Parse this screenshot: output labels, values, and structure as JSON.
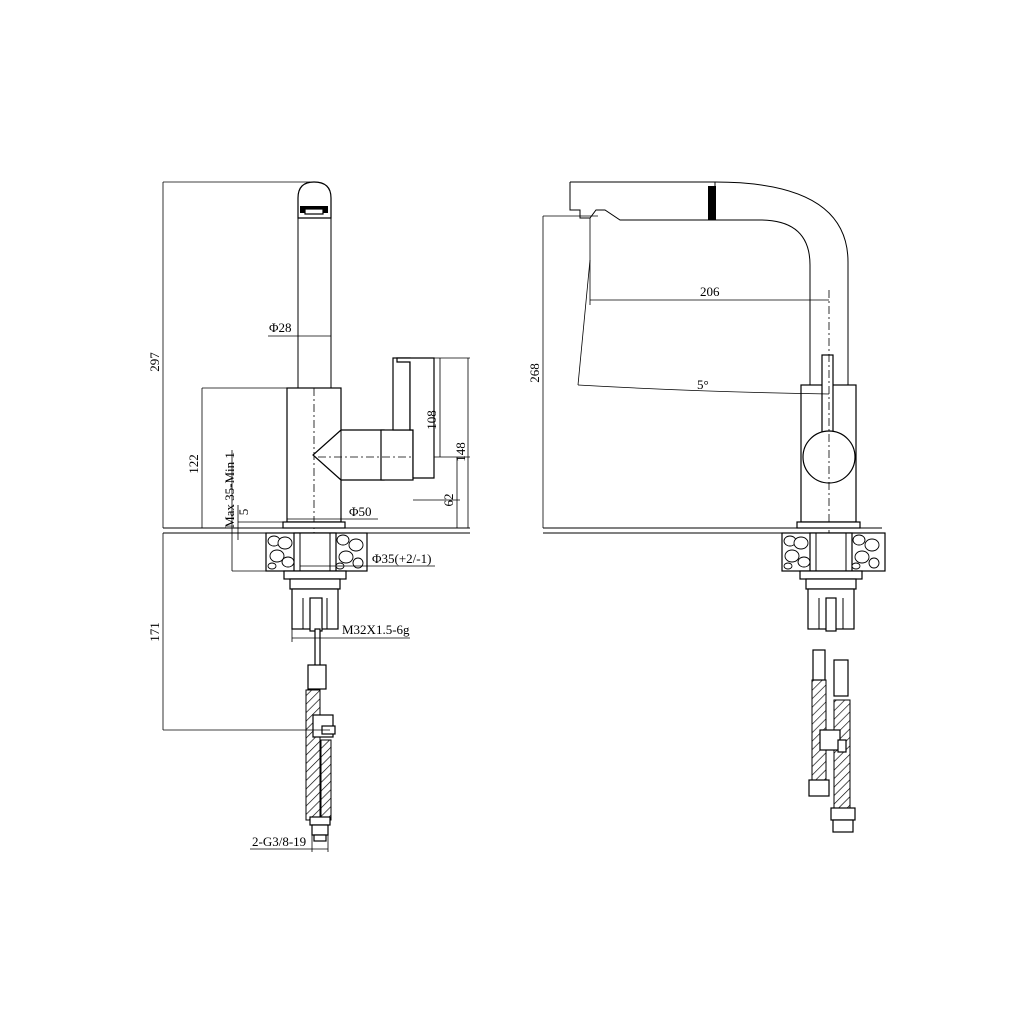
{
  "dimensions": {
    "overall_height": "297",
    "spout_diameter": "Φ28",
    "body_height": "122",
    "handle_height": "108",
    "handle_top": "148",
    "handle_offset": "62",
    "base_diameter": "Φ50",
    "gap": "5",
    "deck_thickness": "Max 35-Min 1",
    "hole_diameter": "Φ35(+2/-1)",
    "shank_length": "171",
    "thread": "M32X1.5-6g",
    "hose_connection": "2-G3/8-19",
    "spout_height": "268",
    "spout_reach": "206",
    "swivel_angle": "5°"
  }
}
